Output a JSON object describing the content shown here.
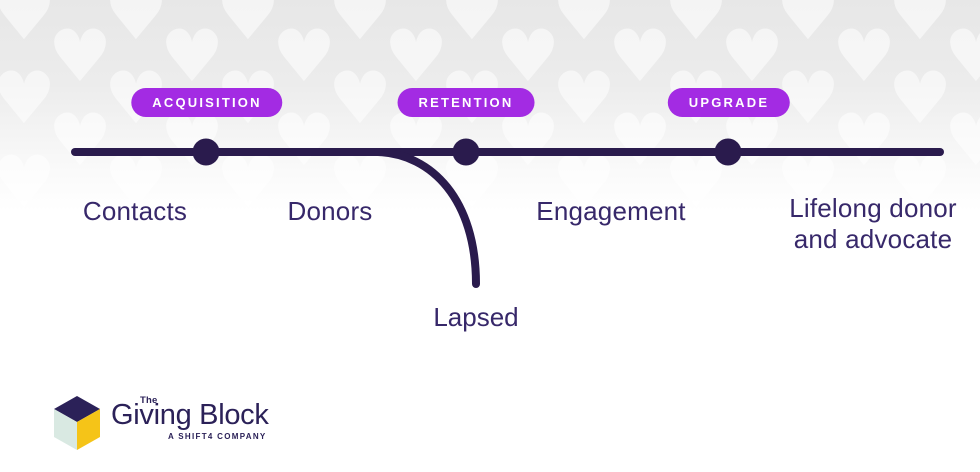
{
  "diagram": {
    "badges": [
      {
        "label": "ACQUISITION"
      },
      {
        "label": "RETENTION"
      },
      {
        "label": "UPGRADE"
      }
    ],
    "stage_labels": [
      {
        "label": "Contacts"
      },
      {
        "label": "Donors"
      },
      {
        "label": "Engagement"
      },
      {
        "label": "Lifelong donor and advocate"
      }
    ],
    "branch_label": "Lapsed"
  },
  "logo": {
    "prefix": "The",
    "name": "Giving Block",
    "tagline": "A SHIFT4 COMPANY"
  },
  "icons": {
    "background_pattern": "heart-icon",
    "logo_mark": "cube-icon"
  },
  "colors": {
    "badge_purple": "#A32BE3",
    "timeline_navy": "#2A1B4D",
    "label_indigo": "#37286A",
    "logo_navy": "#2B2158",
    "cube_top_navy": "#2B2158",
    "cube_yellow": "#F5C418",
    "cube_mint": "#D9E9E2",
    "background_gray": "#E8E8E8",
    "heart_white": "#F4F4F4"
  }
}
